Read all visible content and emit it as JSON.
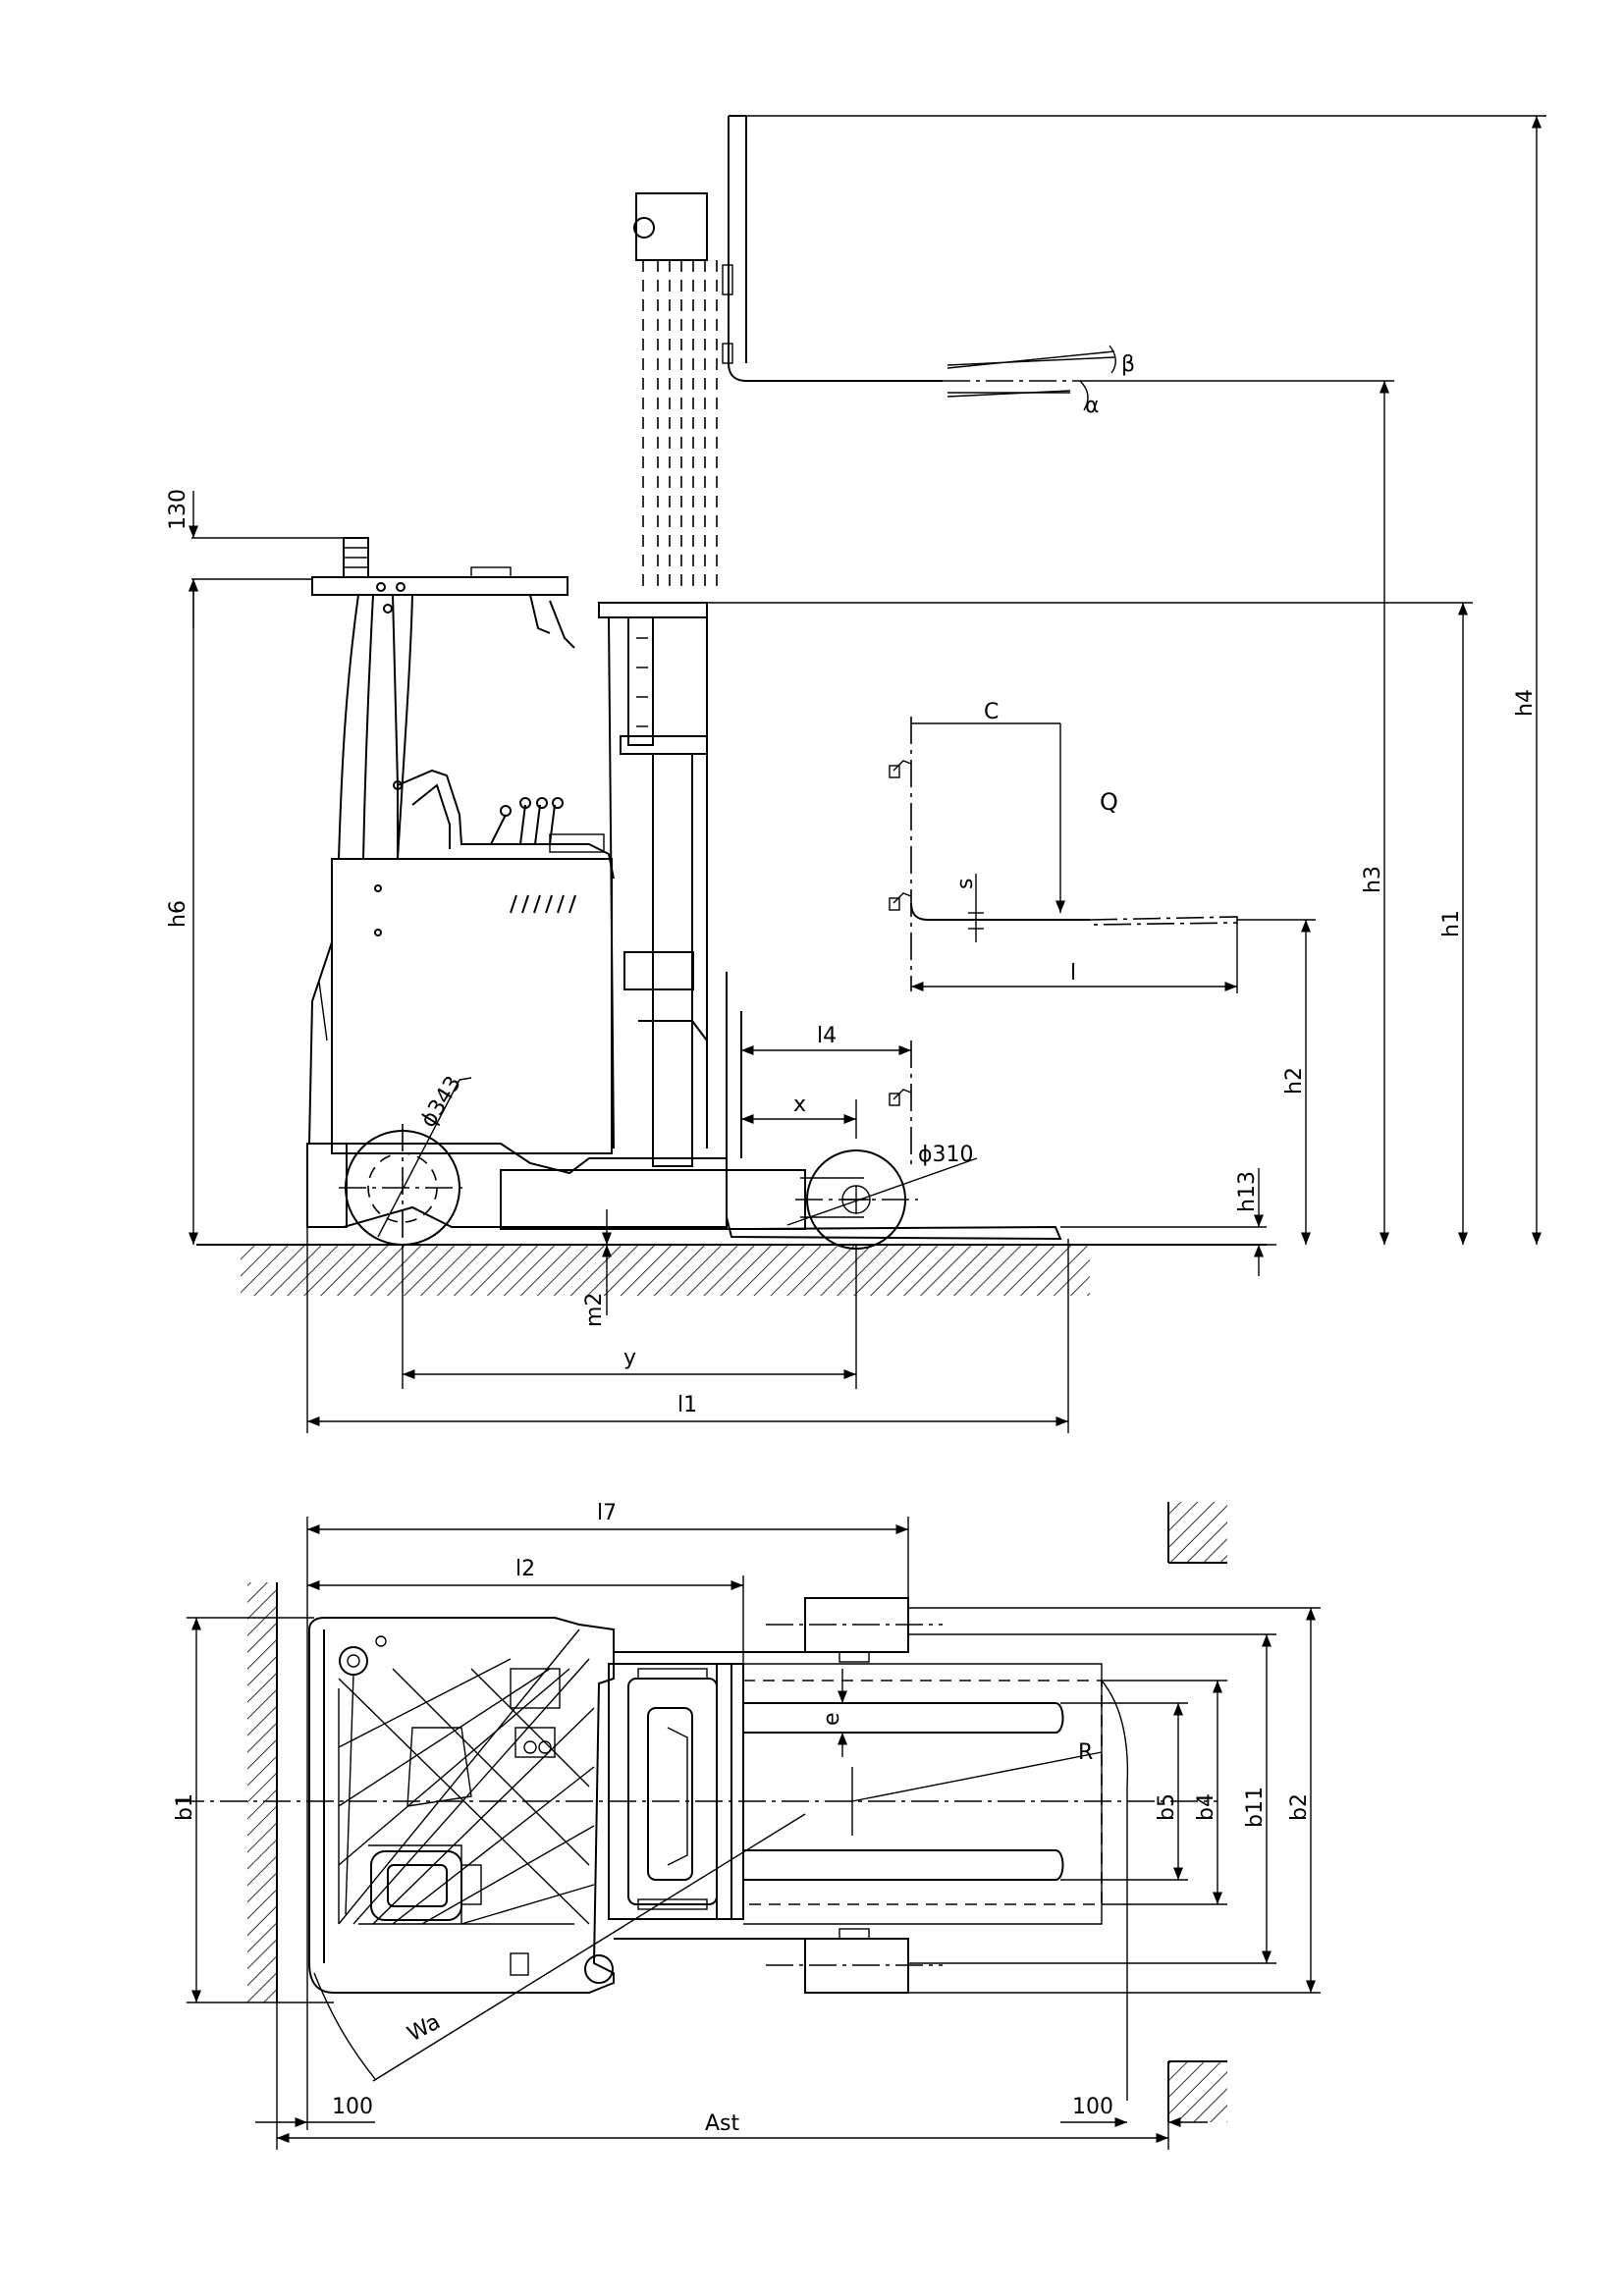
{
  "side_view": {
    "labels": {
      "h4": "h4",
      "h3": "h3",
      "h1": "h1",
      "h6": "h6",
      "h2": "h2",
      "h13": "h13",
      "c": "C",
      "q": "Q",
      "s": "s",
      "l": "l",
      "l4": "l4",
      "x": "x",
      "m2": "m2",
      "y": "y",
      "l1": "l1",
      "d130": "130",
      "rear_wheel": "ϕ343",
      "front_wheel": "ϕ310",
      "alpha": "α",
      "beta": "β"
    }
  },
  "top_view": {
    "labels": {
      "l7": "l7",
      "l2": "l2",
      "b1": "b1",
      "b2": "b2",
      "b4": "b4",
      "b5": "b5",
      "b11": "b11",
      "e": "e",
      "r": "R",
      "wa": "Wa",
      "ast": "Ast",
      "gap_left": "100",
      "gap_right": "100"
    }
  },
  "colors": {
    "ink": "#000000",
    "paper": "#ffffff"
  }
}
